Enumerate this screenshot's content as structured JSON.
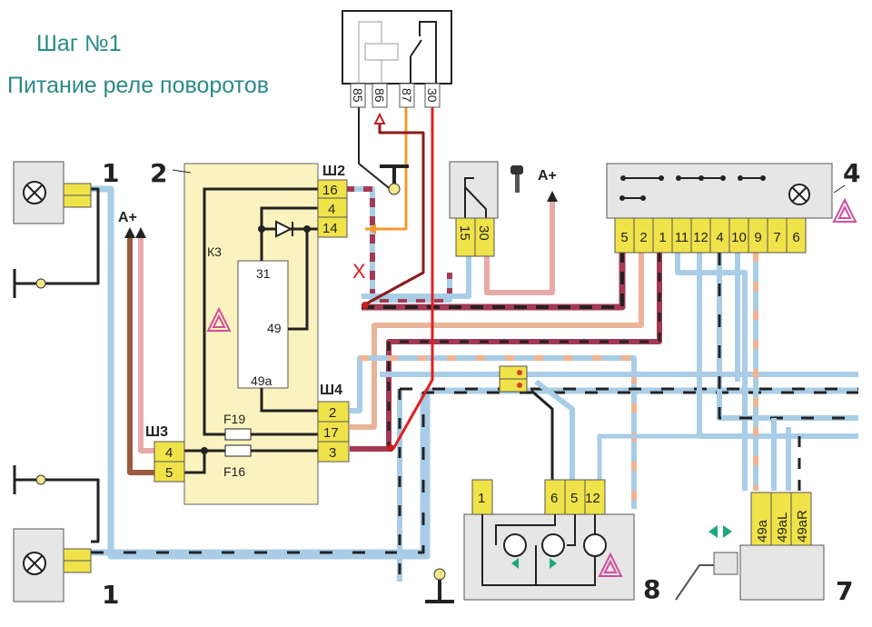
{
  "title": {
    "step": "Шаг  №1",
    "subtitle": "Питание реле поворотов"
  },
  "relay": {
    "pins": [
      "85",
      "86",
      "87",
      "30"
    ]
  },
  "block2": {
    "number": "2",
    "relay_label": "К3",
    "relay_pins": [
      "31",
      "49",
      "49a"
    ],
    "fuses": [
      "F19",
      "F16"
    ],
    "connectors": {
      "sh2": {
        "label": "Ш2",
        "pins": [
          "16",
          "4",
          "14"
        ]
      },
      "sh4": {
        "label": "Ш4",
        "pins": [
          "2",
          "17",
          "3"
        ]
      },
      "sh3": {
        "label": "Ш3",
        "pins": [
          "4",
          "5"
        ]
      }
    }
  },
  "ignition_switch": {
    "pins": [
      "15",
      "30"
    ],
    "supply_label": "A+"
  },
  "battery_left_label": "A+",
  "switch4": {
    "number": "4",
    "pins": [
      "5",
      "2",
      "1",
      "11",
      "12",
      "4",
      "10",
      "9",
      "7",
      "6"
    ]
  },
  "cluster8": {
    "number": "8",
    "pins": [
      "1",
      "6",
      "5",
      "12"
    ]
  },
  "stalk7": {
    "number": "7",
    "pins": [
      "49a",
      "49aL",
      "49aR"
    ]
  },
  "lamps": {
    "number": "1"
  },
  "fault_mark": "X",
  "colors": {
    "title": "#2a8a87",
    "connector": "#f0e34a",
    "block_bg": "#fbf3bf",
    "power_red": "#e01f1f",
    "orange": "#f29a2e",
    "light_blue": "#a9cde6",
    "pink": "#e8a9a9",
    "brown": "#9b5a3c",
    "hazard": "#d04ea0",
    "arrow_green": "#1fa97a"
  }
}
